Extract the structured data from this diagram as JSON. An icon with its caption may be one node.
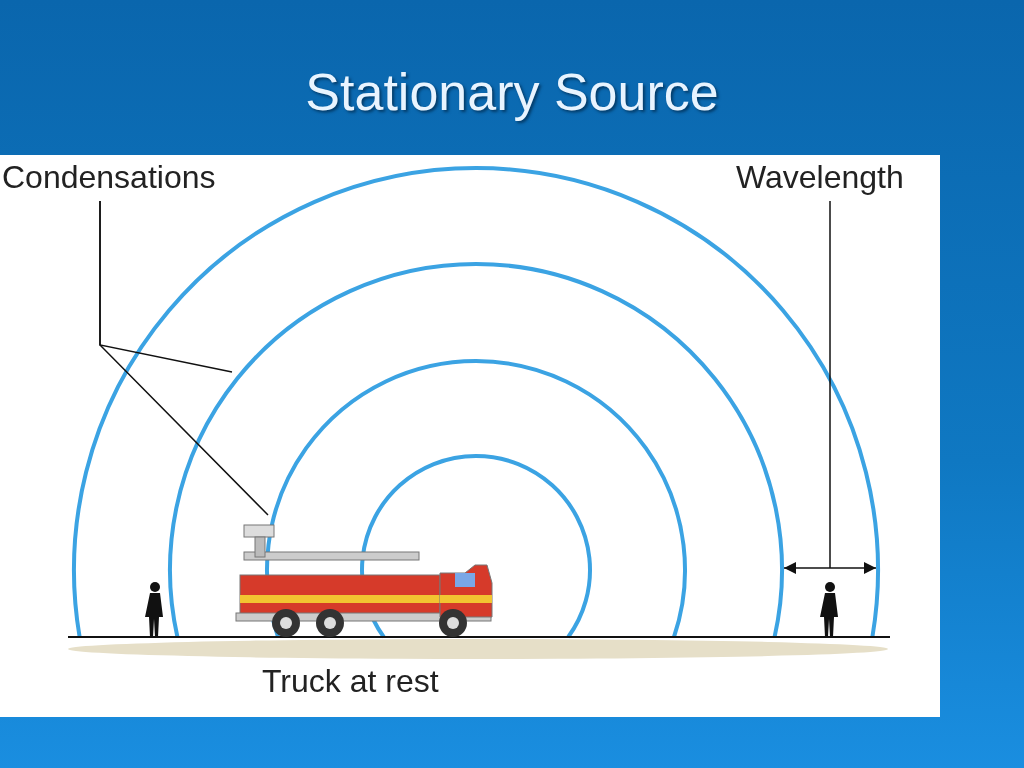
{
  "diagram": {
    "title": "Stationary Source",
    "nodes": [
      {
        "text": [
          "Condensations"
        ]
      },
      {
        "text": [
          "Wavelength"
        ]
      }
    ],
    "edges": [
      {
        "from": 0,
        "to": null,
        "arrow": "none"
      },
      {
        "from": 0,
        "to": null,
        "arrow": "none"
      },
      {
        "from": 1,
        "to": null,
        "arrow": "none"
      }
    ],
    "labels": [
      "Truck at rest"
    ]
  }
}
